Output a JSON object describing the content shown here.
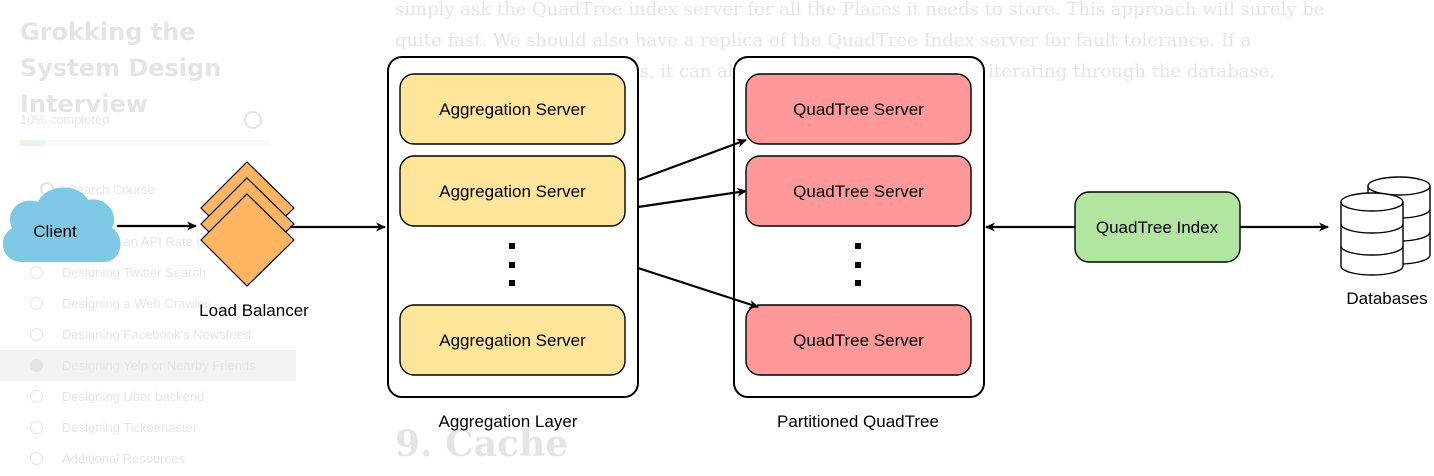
{
  "background": {
    "course_title": "Grokking the System Design Interview",
    "progress_label": "10% completed",
    "progress_fraction": 0.1,
    "search_placeholder": "Search Course",
    "chapters": [
      {
        "title": "Designing an API Rate Limiter",
        "active": false
      },
      {
        "title": "Designing Twitter Search",
        "active": false
      },
      {
        "title": "Designing a Web Crawler",
        "active": false
      },
      {
        "title": "Designing Facebook's Newsfeed",
        "active": false
      },
      {
        "title": "Designing Yelp or Nearby Friends",
        "active": true
      },
      {
        "title": "Designing Uber backend",
        "active": false
      },
      {
        "title": "Designing Ticketmaster",
        "active": false
      },
      {
        "title": "Additional Resources",
        "active": false
      }
    ],
    "paragraph": "simply ask the QuadTree index server for all the Places it needs to store. This approach will surely be quite fast. We should also have a replica of the QuadTree Index server for fault tolerance. If a QuadTree Index server dies, it can always rebuild its index from iterating through the database.",
    "section_heading": "9. Cache"
  },
  "diagram": {
    "client": "Client",
    "load_balancer": "Load Balancer",
    "aggregation_server": "Aggregation Server",
    "aggregation_layer": "Aggregation Layer",
    "quadtree_server": "QuadTree Server",
    "partitioned_quadtree": "Partitioned QuadTree",
    "quadtree_index": "QuadTree Index",
    "databases": "Databases",
    "colors": {
      "aggregation_fill": "#FFE599",
      "aggregation_stroke": "#000000",
      "quadtree_fill": "#FF9999",
      "index_fill": "#B2E6A0",
      "client_fill": "#7EC8E6",
      "load_balancer_fill": "#FFB562"
    }
  }
}
